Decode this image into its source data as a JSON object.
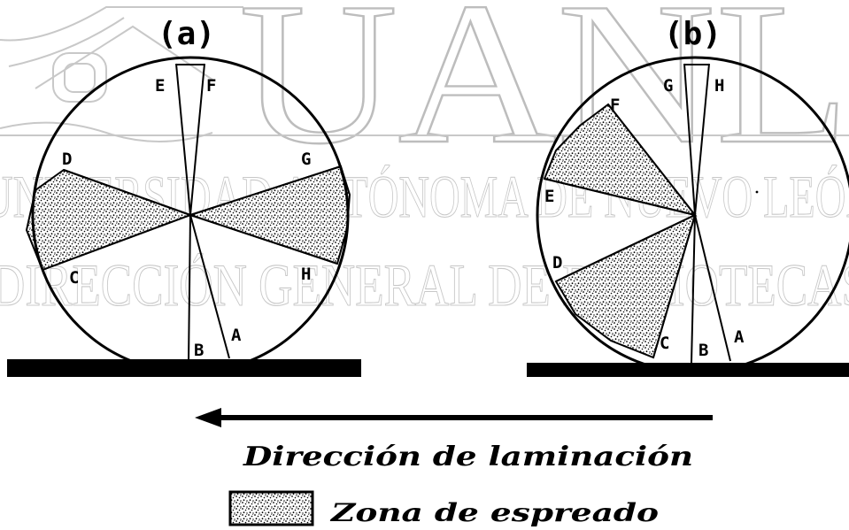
{
  "watermark": {
    "logo_letters": "UANL",
    "line1": "UNIVERSIDAD AUTÓNOMA DE NUEVO LEÓN",
    "line2": "DIRECCIÓN GENERAL DE BIBLIOTECAS"
  },
  "panels": [
    {
      "title": "(a)",
      "points": [
        {
          "key": "E",
          "label": "E"
        },
        {
          "key": "F",
          "label": "F"
        },
        {
          "key": "D",
          "label": "D"
        },
        {
          "key": "G",
          "label": "G"
        },
        {
          "key": "C",
          "label": "C"
        },
        {
          "key": "H",
          "label": "H"
        },
        {
          "key": "B",
          "label": "B"
        },
        {
          "key": "A",
          "label": "A"
        }
      ]
    },
    {
      "title": "(b)",
      "points": [
        {
          "key": "G",
          "label": "G"
        },
        {
          "key": "H",
          "label": "H"
        },
        {
          "key": "F",
          "label": "F"
        },
        {
          "key": "E",
          "label": "E"
        },
        {
          "key": "D",
          "label": "D"
        },
        {
          "key": "C",
          "label": "C"
        },
        {
          "key": "B",
          "label": "B"
        },
        {
          "key": "A",
          "label": "A"
        }
      ]
    }
  ],
  "direction_label": "Dirección de laminación",
  "legend_label": "Zona de espreado",
  "colors": {
    "ink": "#000000",
    "watermark": "#c8c8c8",
    "background": "#ffffff"
  }
}
